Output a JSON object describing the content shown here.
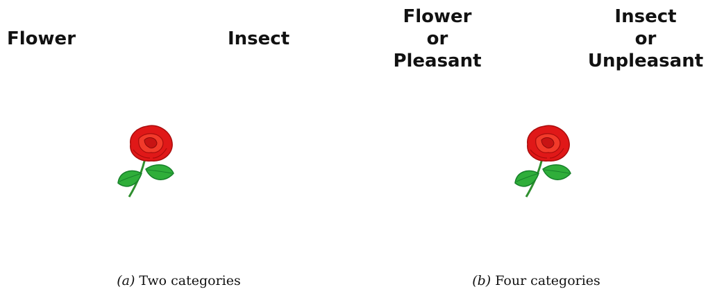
{
  "panel_a": {
    "left_category": {
      "lines": [
        "Flower"
      ]
    },
    "right_category": {
      "lines": [
        "Insect"
      ]
    },
    "stimulus_icon": "rose-icon",
    "caption": {
      "tag": "(a)",
      "text": " Two categories"
    }
  },
  "panel_b": {
    "left_category": {
      "lines": [
        "Flower",
        "or",
        "Pleasant"
      ]
    },
    "right_category": {
      "lines": [
        "Insect",
        "or",
        "Unpleasant"
      ]
    },
    "stimulus_icon": "rose-icon",
    "caption": {
      "tag": "(b)",
      "text": " Four categories"
    }
  },
  "colors": {
    "petal": "#e01818",
    "petal_dark": "#a80c0c",
    "leaf": "#2fae3a",
    "leaf_dark": "#17802a",
    "stem": "#2f8f2f"
  }
}
